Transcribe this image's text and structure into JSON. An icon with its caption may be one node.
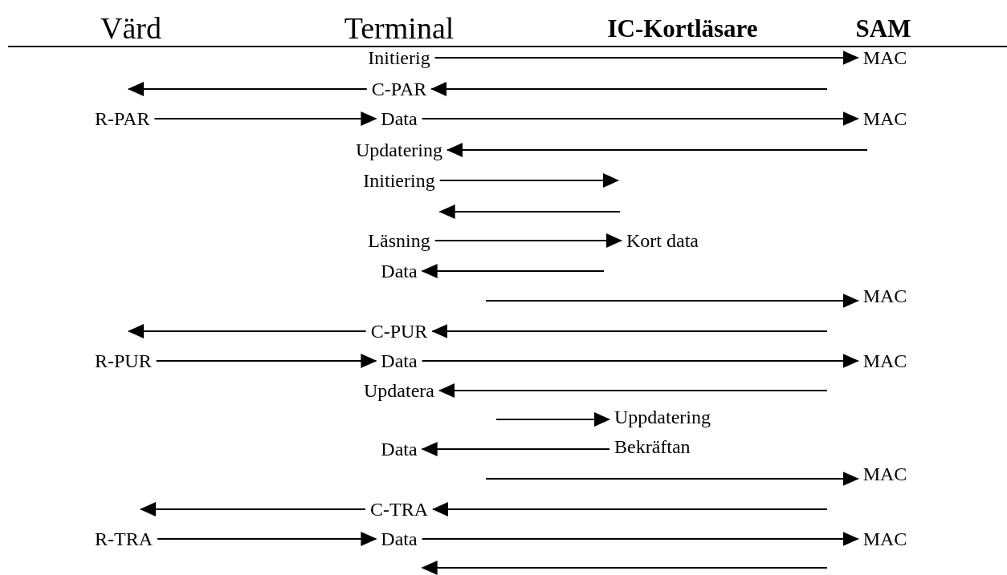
{
  "diagram": {
    "nodes": [
      {
        "text": [
          "Initierig"
        ]
      },
      {
        "text": [
          "C-PAR"
        ]
      },
      {
        "text": [
          "R-PAR"
        ]
      },
      {
        "text": [
          "Data"
        ]
      },
      {
        "text": [
          "Updatering"
        ]
      },
      {
        "text": [
          "Initiering"
        ]
      },
      {
        "text": [
          "Läsning"
        ]
      },
      {
        "text": [
          "Kort data"
        ]
      },
      {
        "text": [
          "Data"
        ]
      },
      {
        "text": [
          "C-PUR"
        ]
      },
      {
        "text": [
          "R-PUR"
        ]
      },
      {
        "text": [
          "Data"
        ]
      },
      {
        "text": [
          "Updatera"
        ]
      },
      {
        "text": [
          "Uppdatering"
        ]
      },
      {
        "text": [
          "Data"
        ]
      },
      {
        "text": [
          "Bekräftan"
        ]
      },
      {
        "text": [
          "C-TRA"
        ]
      },
      {
        "text": [
          "R-TRA"
        ]
      },
      {
        "text": [
          "Data"
        ]
      },
      {
        "text": [
          "MAC"
        ]
      },
      {
        "text": [
          "MAC"
        ]
      },
      {
        "text": [
          "MAC"
        ]
      },
      {
        "text": [
          "MAC"
        ]
      },
      {
        "text": [
          "MAC"
        ]
      },
      {
        "text": [
          "MAC"
        ]
      }
    ],
    "edges": [
      {
        "from": 0,
        "to": 19,
        "arrow": "to"
      },
      {
        "from": null,
        "to": 1,
        "arrow": "to"
      },
      {
        "from": 1,
        "to": 2,
        "arrow": "to"
      },
      {
        "from": 2,
        "to": 3,
        "arrow": "to"
      },
      {
        "from": 3,
        "to": 20,
        "arrow": "to"
      },
      {
        "from": null,
        "to": 4,
        "arrow": "to"
      },
      {
        "from": 5,
        "to": null,
        "arrow": "to"
      },
      {
        "from": null,
        "to": 5,
        "arrow": "to"
      },
      {
        "from": 6,
        "to": 7,
        "arrow": "to"
      },
      {
        "from": null,
        "to": 8,
        "arrow": "to"
      },
      {
        "from": null,
        "to": 21,
        "arrow": "to"
      },
      {
        "from": 9,
        "to": 10,
        "arrow": "to"
      },
      {
        "from": null,
        "to": 9,
        "arrow": "to"
      },
      {
        "from": 10,
        "to": 11,
        "arrow": "to"
      },
      {
        "from": 11,
        "to": 22,
        "arrow": "to"
      },
      {
        "from": null,
        "to": 12,
        "arrow": "to"
      },
      {
        "from": null,
        "to": 13,
        "arrow": "to"
      },
      {
        "from": 15,
        "to": 14,
        "arrow": "to"
      },
      {
        "from": null,
        "to": 23,
        "arrow": "to"
      },
      {
        "from": 16,
        "to": 17,
        "arrow": "to"
      },
      {
        "from": null,
        "to": 16,
        "arrow": "to"
      },
      {
        "from": 17,
        "to": 18,
        "arrow": "to"
      },
      {
        "from": 18,
        "to": 24,
        "arrow": "to"
      },
      {
        "from": null,
        "to": 18,
        "arrow": "to"
      }
    ],
    "labels": [
      "Värd",
      "Terminal",
      "IC-Kortläsare",
      "SAM"
    ]
  }
}
